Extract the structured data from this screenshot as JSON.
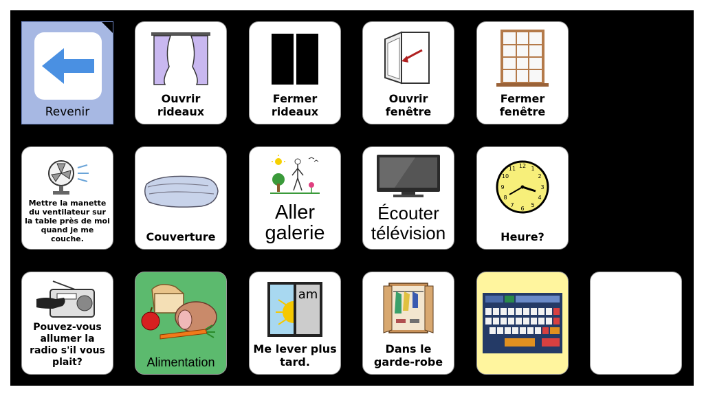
{
  "board": {
    "back_label": "Revenir",
    "tiles": [
      {
        "id": "open-curtains",
        "label": "Ouvrir rideaux"
      },
      {
        "id": "close-curtains",
        "label": "Fermer rideaux"
      },
      {
        "id": "open-window",
        "label": "Ouvrir fenêtre"
      },
      {
        "id": "close-window",
        "label": "Fermer fenêtre"
      },
      {
        "id": "fan",
        "label": "Mettre la manette du ventilateur sur la table près de moi quand je me couche."
      },
      {
        "id": "blanket",
        "label": "Couverture"
      },
      {
        "id": "gallery",
        "label": "Aller galerie"
      },
      {
        "id": "tv",
        "label": "Écouter télévision"
      },
      {
        "id": "time",
        "label": "Heure?"
      },
      {
        "id": "radio",
        "label": "Pouvez-vous allumer la radio s'il vous plait?"
      },
      {
        "id": "food",
        "label": "Alimentation"
      },
      {
        "id": "get-up-later",
        "label": "Me lever plus tard.",
        "icon_text": "am"
      },
      {
        "id": "wardrobe",
        "label": "Dans le garde-robe"
      },
      {
        "id": "keyboard",
        "label": ""
      },
      {
        "id": "empty",
        "label": ""
      }
    ]
  },
  "colors": {
    "board_bg": "#000000",
    "back_tile": "#a7b8e3",
    "back_arrow": "#4a90e2",
    "food_tile": "#5cba6e",
    "keyboard_tile": "#fff59e"
  },
  "icons": {
    "back": "left-arrow-icon",
    "open_curtains": "open-curtains-icon",
    "close_curtains": "closed-curtains-icon",
    "open_window": "open-window-icon",
    "close_window": "closed-window-icon",
    "fan": "fan-icon",
    "blanket": "folded-blanket-icon",
    "gallery": "person-outdoors-icon",
    "tv": "television-icon",
    "time": "clock-icon",
    "radio": "radio-icon",
    "food": "food-icon",
    "get_up_later": "morning-sun-icon",
    "wardrobe": "wardrobe-icon",
    "keyboard": "keyboard-icon"
  }
}
